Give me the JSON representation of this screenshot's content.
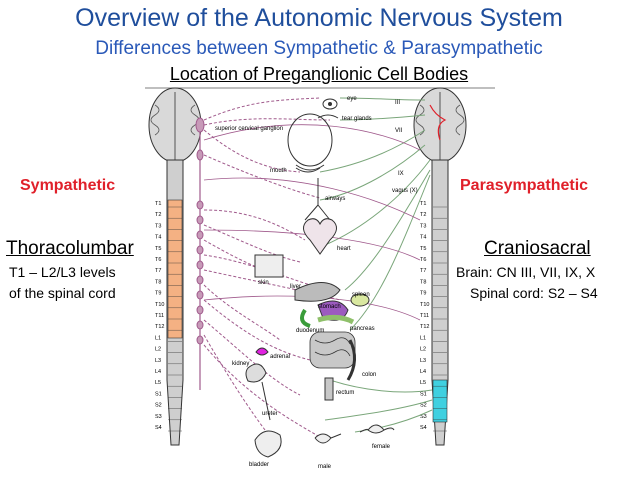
{
  "title": "Overview of the Autonomic Nervous System",
  "subtitle": "Differences between Sympathetic & Parasympathetic",
  "heading": "Location of Preganglionic Cell Bodies",
  "sympathetic": {
    "label": "Sympathetic",
    "region": "Thoracolumbar",
    "line1": "T1 – L2/L3 levels",
    "line2": "of the spinal cord"
  },
  "parasympathetic": {
    "label": "Parasympathetic",
    "region": "Craniosacral",
    "line1": "Brain: CN III, VII, IX, X",
    "line2": "Spinal cord: S2 – S4"
  },
  "spine_levels": [
    "T1",
    "T2",
    "T3",
    "T4",
    "T5",
    "T6",
    "T7",
    "T8",
    "T9",
    "T10",
    "T11",
    "T12",
    "L1",
    "L2",
    "L3",
    "L4",
    "L5",
    "S1",
    "S2",
    "S3",
    "S4"
  ],
  "organ_labels": {
    "eye": "eye",
    "tear_glands": "tear glands",
    "superior_ganglion": "superior cervical ganglion",
    "mouth": "mouth",
    "airways": "airways",
    "heart": "heart",
    "skin": "skin",
    "liver": "liver",
    "spleen": "spleen",
    "stomach": "stomach",
    "pancreas": "pancreas",
    "duodenum": "duodenum",
    "adrenal": "adrenal",
    "kidney": "kidney",
    "colon": "colon",
    "rectum": "rectum",
    "ureter": "ureter",
    "bladder": "bladder",
    "male": "male",
    "female": "female"
  },
  "cranial_nerves": {
    "cn3": "III",
    "cn7": "VII",
    "cn9": "IX",
    "cn10": "vagus (X)"
  },
  "colors": {
    "title": "#1f4e9c",
    "subtitle": "#2a59b8",
    "side_label": "#e0202a",
    "sympathetic_nerve": "#a05a8c",
    "parasympathetic_nerve": "#7aa67a",
    "sym_segments": "#f4b183",
    "para_sacral": "#3fd0e0"
  }
}
